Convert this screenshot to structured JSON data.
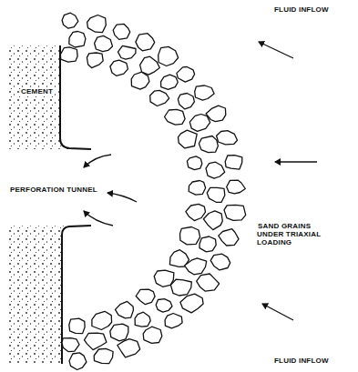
{
  "diagram": {
    "labels": [
      "FLUID INFLOW",
      "CEMENT",
      "PERFORATION TUNNEL",
      "SAND GRAINS UNDER TRIAXIAL LOADING",
      "FLUID INFLOW"
    ]
  }
}
